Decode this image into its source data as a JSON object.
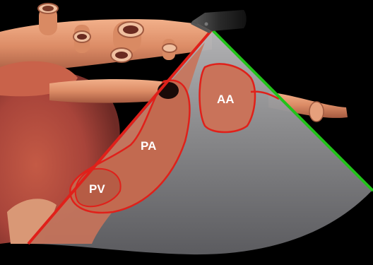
{
  "labels": {
    "aa": "AA",
    "pa": "PA",
    "pv": "PV"
  },
  "colors": {
    "background": "#000000",
    "sector": "#8c8c8e",
    "outline_red": "#e0201a",
    "beam_green": "#22c21a",
    "tissue": "#d98a63",
    "tissue_dark": "#b55a3c",
    "probe": "#3a3a3a"
  },
  "icons": [
    "ultrasound-probe-icon"
  ]
}
